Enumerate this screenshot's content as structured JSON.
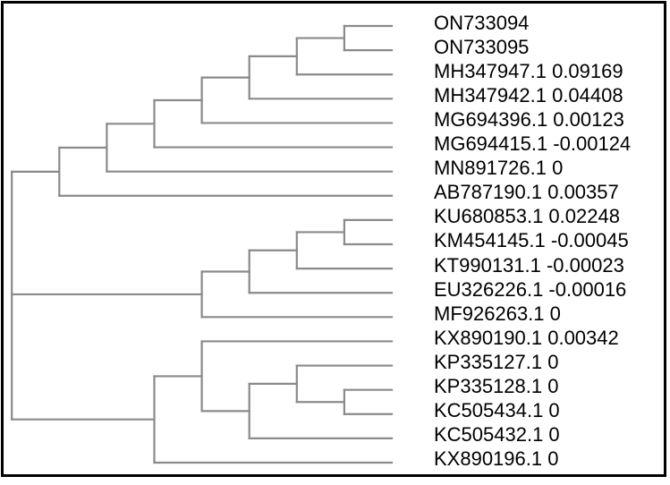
{
  "figure": {
    "kind": "phylogenetic-tree-cladogram"
  },
  "colors": {
    "background": "#ffffff",
    "frame_border": "#000000",
    "branch_line": "#8a8a8a",
    "label_text": "#000000"
  },
  "chart_data": {
    "type": "dendrogram",
    "orientation": "left-to-right",
    "grid": "off",
    "leaves": [
      "ON733094",
      "ON733095",
      "MH347947.1 0.09169",
      "MH347942.1 0.04408",
      "MG694396.1 0.00123",
      "MG694415.1 -0.00124",
      "MN891726.1 0",
      "AB787190.1 0.00357",
      "KU680853.1 0.02248",
      "KM454145.1 -0.00045",
      "KT990131.1 -0.00023",
      "EU326226.1 -0.00016",
      "MF926263.1 0",
      "KX890190.1 0.00342",
      "KP335127.1 0",
      "KP335128.1 0",
      "KC505434.1 0",
      "KC505432.1 0",
      "KX890196.1 0"
    ],
    "topology": [
      [
        [
          [
            [
              [
                [
                  [
                    0,
                    1
                  ],
                  2
                ],
                3
              ],
              4
            ],
            5
          ],
          6
        ],
        7
      ],
      [
        [
          [
            [
              8,
              9
            ],
            10
          ],
          11
        ],
        12
      ],
      [
        [
          13,
          [
            [
              14,
              [
                15,
                16
              ]
            ],
            17
          ]
        ],
        18
      ]
    ]
  }
}
